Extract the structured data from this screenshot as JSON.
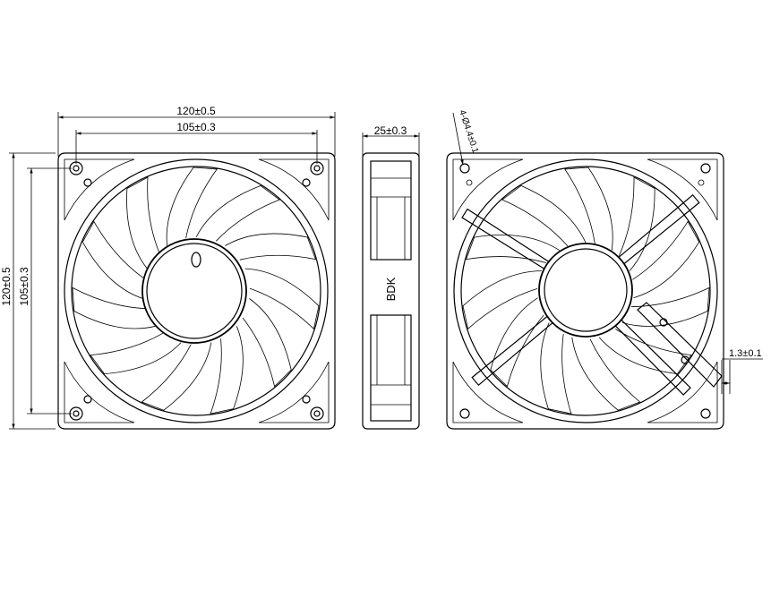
{
  "dimensions": {
    "overall_width": "120±0.5",
    "hole_spacing_width": "105±0.3",
    "overall_height": "120±0.5",
    "hole_spacing_height": "105±0.3",
    "thickness": "25±0.3",
    "mount_hole": "4-Ø4.4±0.1",
    "lead_offset": "1.3±0.1"
  },
  "side_view": {
    "brand": "BDK"
  },
  "views": {
    "front": {
      "blade_count": 11
    },
    "rear": {
      "blade_count": 11,
      "strut_count": 4
    }
  }
}
